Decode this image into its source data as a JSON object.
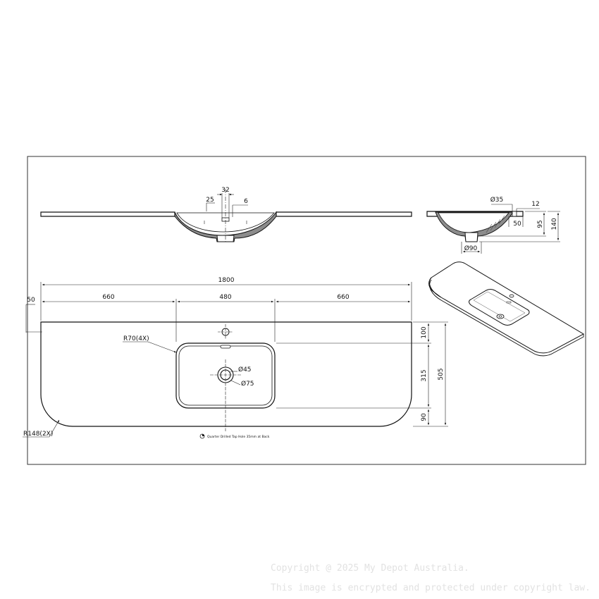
{
  "dimensions": {
    "top_view": {
      "overall_width": "1800",
      "left_offset": "660",
      "basin_width": "480",
      "right_offset": "660",
      "edge_offset": "50",
      "back_margin": "100",
      "basin_depth": "315",
      "front_margin": "90",
      "total_depth": "505",
      "basin_corner_radius": "R70(4X)",
      "front_corner_radius": "R148(2X)",
      "waste_inner": "Ø45",
      "waste_outer": "Ø75"
    },
    "front_section": {
      "tap_hole_width": "32",
      "tap_offset": "25",
      "slot_size": "6"
    },
    "side_section": {
      "tap_hole_dia": "Ø35",
      "rim_thickness": "12",
      "rim_offset": "50",
      "basin_height": "95",
      "total_height": "140",
      "waste_dia": "Ø90"
    }
  },
  "note": "Quarter Drilled Tap Hole 35mm at Back",
  "watermark": {
    "line1": "Copyright @ 2025 My Depot Australia.",
    "line2": "This image is encrypted and protected under copyright law."
  }
}
